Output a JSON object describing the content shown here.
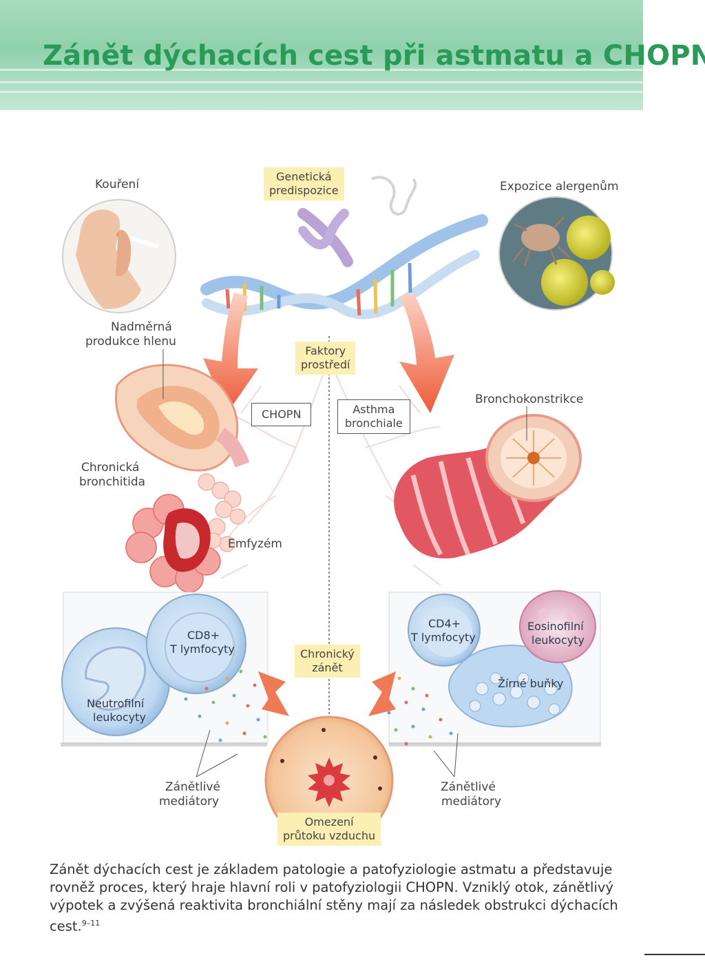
{
  "title": "Zánět dýchacích cest při astmatu a CHOPN",
  "labels": {
    "koureni": "Kouření",
    "genetic": "Genetická\npredispozice",
    "allergen": "Expozice alergenům",
    "hlen_1": "Nadměrná",
    "hlen_2": "produkce hlenu",
    "environment": "Faktory\nprostředí",
    "chopn": "CHOPN",
    "asthma": "Asthma\nbronchiale",
    "bronchokonstrikce": "Bronchokonstrikce",
    "bronchitida_1": "Chronická",
    "bronchitida_2": "bronchitida",
    "emfyzem": "Emfyzém",
    "cd8_1": "CD8+",
    "cd8_2": "T lymfocyty",
    "cd4_1": "CD4+",
    "cd4_2": "T lymfocyty",
    "eos_1": "Eosinofilní",
    "eos_2": "leukocyty",
    "neutro_1": "Neutrofilní",
    "neutro_2": "leukocyty",
    "mast": "Žírné buňky",
    "inflammation": "Chronický\nzánět",
    "mediators_left_1": "Zánětlivé",
    "mediators_left_2": "mediátory",
    "mediators_right_1": "Zánětlivé",
    "mediators_right_2": "mediátory",
    "airflow": "Omezení\nprůtoku vzduchu"
  },
  "paragraph": {
    "text": "Zánět dýchacích cest je základem patologie a patofyziologie astmatu a představuje rovněž proces, který hraje hlavní roli v patofyziologii CHOPN. Vzniklý otok, zánětlivý výpotek a zvýšená reaktivita bronchiální stěny mají za následek obstrukci dýchacích cest.",
    "ref": "9–11"
  },
  "colors": {
    "title_green": "#2a9a57",
    "banner_green": "#9fd8b6",
    "yellow_box": "#fbefb4",
    "arrow_red": "#ef6a4a",
    "airway_red": "#d9444c",
    "cell_blue": "#bcd6f0"
  }
}
